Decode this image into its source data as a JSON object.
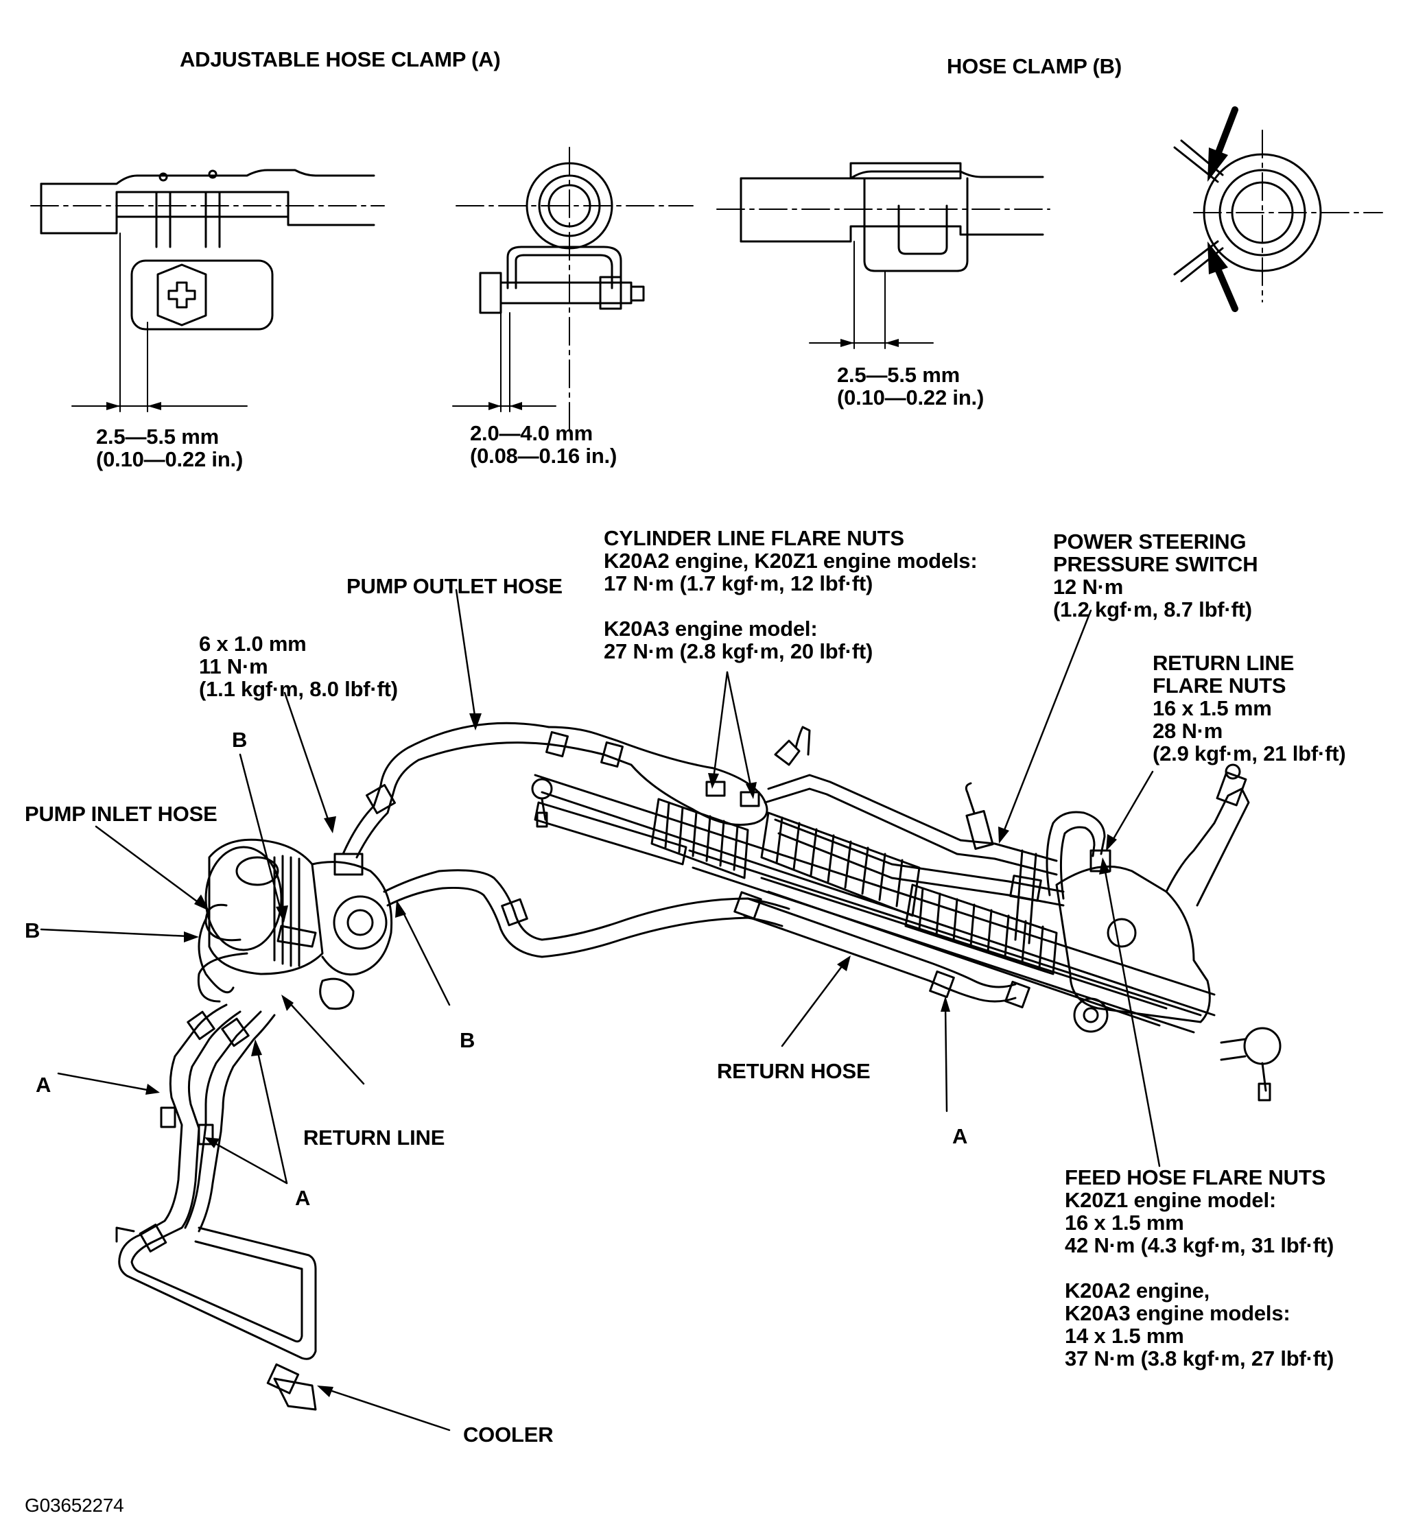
{
  "clamp_a": {
    "title": "ADJUSTABLE HOSE CLAMP (A)",
    "dim1": [
      "2.5—5.5 mm",
      "(0.10—0.22 in.)"
    ],
    "dim2": [
      "2.0—4.0 mm",
      "(0.08—0.16 in.)"
    ]
  },
  "clamp_b": {
    "title": "HOSE CLAMP (B)",
    "dim": [
      "2.5—5.5 mm",
      "(0.10—0.22 in.)"
    ]
  },
  "labels": {
    "pump_outlet_hose": "PUMP OUTLET HOSE",
    "bolt_spec": [
      "6 x 1.0 mm",
      "11 N·m",
      "(1.1 kgf·m, 8.0 lbf·ft)"
    ],
    "cylinder_line_flare_nuts": [
      "CYLINDER LINE FLARE NUTS",
      "K20A2 engine, K20Z1 engine models:",
      "17 N·m (1.7 kgf·m, 12 lbf·ft)"
    ],
    "cylinder_line_k20a3": [
      "K20A3 engine model:",
      "27 N·m (2.8 kgf·m, 20 lbf·ft)"
    ],
    "ps_pressure_switch": [
      "POWER STEERING",
      "PRESSURE SWITCH",
      "12 N·m",
      "(1.2 kgf·m, 8.7 lbf·ft)"
    ],
    "return_line_flare_nuts": [
      "RETURN LINE",
      "FLARE NUTS",
      "16 x 1.5 mm",
      "28 N·m",
      "(2.9 kgf·m, 21 lbf·ft)"
    ],
    "pump_inlet_hose": "PUMP INLET HOSE",
    "b": "B",
    "a": "A",
    "return_line": "RETURN LINE",
    "return_hose": "RETURN HOSE",
    "feed_hose_k20z1": [
      "FEED HOSE FLARE NUTS",
      "K20Z1 engine model:",
      "16 x 1.5 mm",
      "42 N·m (4.3 kgf·m, 31 lbf·ft)"
    ],
    "feed_hose_k20a2": [
      "K20A2 engine,",
      "K20A3 engine models:",
      "14 x 1.5 mm",
      "37 N·m (3.8 kgf·m, 27 lbf·ft)"
    ],
    "cooler": "COOLER",
    "figure_code": "G03652274"
  }
}
